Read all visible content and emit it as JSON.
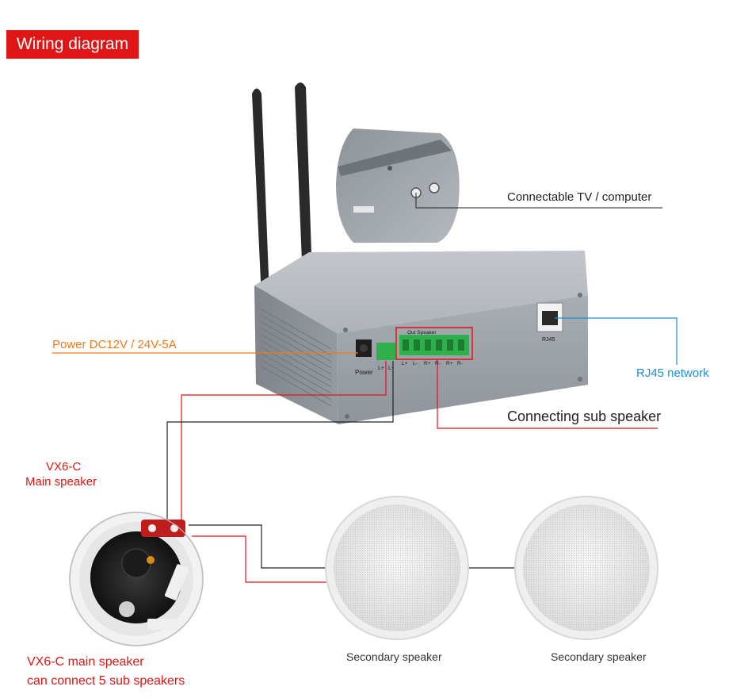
{
  "header": {
    "title": "Wiring diagram"
  },
  "device": {
    "power_label": "Power",
    "terminal_l_plus": "L+",
    "terminal_l_minus": "L-",
    "out_speaker_label": "Out Speaker",
    "out_terminals": [
      "L+",
      "L-",
      "R+",
      "R-",
      "R+",
      "R-"
    ],
    "rj45_label": "RJ45"
  },
  "callouts": {
    "tv_computer": "Connectable TV / computer",
    "power": "Power DC12V / 24V-5A",
    "rj45_network": "RJ45 network",
    "sub_speaker": "Connecting sub speaker"
  },
  "main_speaker": {
    "model": "VX6-C",
    "role": "Main speaker",
    "note_line1": "VX6-C main speaker",
    "note_line2": "can connect 5 sub speakers"
  },
  "secondary_speakers": [
    {
      "label": "Secondary speaker"
    },
    {
      "label": "Secondary speaker"
    }
  ],
  "colors": {
    "badge": "#e01515",
    "power_line": "#f07a1a",
    "rj45_line": "#1a8fd6",
    "red_wire": "#e01515",
    "black_wire": "#222222",
    "terminal_green": "#2fb04a",
    "device_body": "#9ea4aa"
  }
}
